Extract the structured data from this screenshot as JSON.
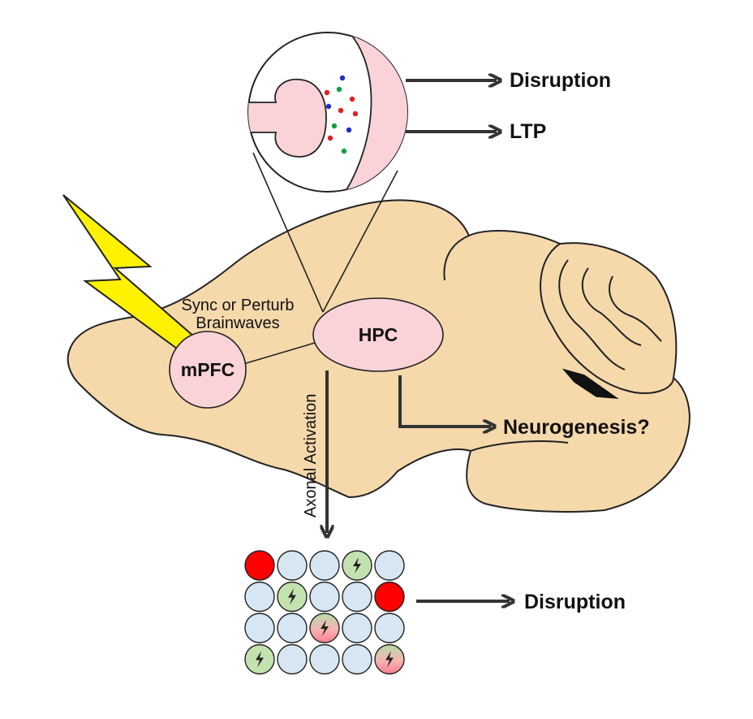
{
  "labels": {
    "disruption_top": "Disruption",
    "ltp": "LTP",
    "sync_line1": "Sync or Perturb",
    "sync_line2": "Brainwaves",
    "hpc": "HPC",
    "mpfc": "mPFC",
    "neurogenesis": "Neurogenesis?",
    "axonal": "Axonal Activation",
    "disruption_bottom": "Disruption"
  },
  "colors": {
    "brain_fill": "#f5d9ab",
    "region_fill": "#f9d3d8",
    "bolt_fill": "#fff200",
    "cell_plain": "#d7e6f3",
    "cell_red": "#ff0000",
    "cell_green": "#c3e2b0",
    "dot_red": "#e02020",
    "dot_green": "#10a040",
    "dot_blue": "#1a30c8",
    "arrow": "#333333"
  },
  "cell_grid": {
    "rows": [
      [
        "red",
        "plain",
        "plain",
        "green-bolt",
        "plain"
      ],
      [
        "plain",
        "green-bolt",
        "plain",
        "plain",
        "red"
      ],
      [
        "plain",
        "plain",
        "mixed-bolt",
        "plain",
        "plain"
      ],
      [
        "green-bolt",
        "plain",
        "plain",
        "plain",
        "mixed-bolt"
      ]
    ]
  },
  "synapse_dots": [
    "blue",
    "red",
    "green",
    "red",
    "blue",
    "red",
    "red",
    "green",
    "blue",
    "red",
    "green"
  ]
}
